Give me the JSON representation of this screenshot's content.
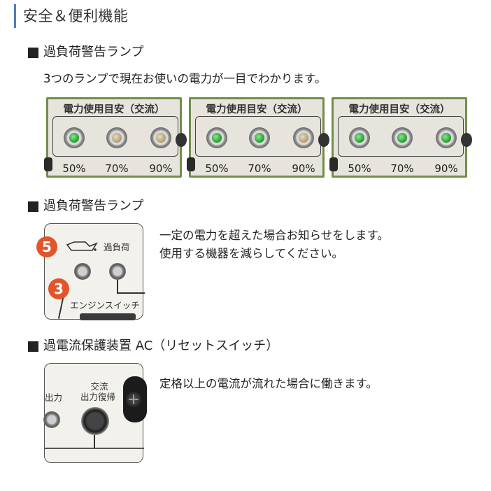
{
  "page_title": "安全＆便利機能",
  "section1": {
    "heading": "過負荷警告ランプ",
    "description": "3つのランプで現在お使いの電力が一目でわかります。",
    "panels": [
      {
        "label": "電力使用目安（交流）",
        "lamps": [
          "green",
          "off",
          "off"
        ],
        "percents": [
          "50%",
          "70%",
          "90%"
        ]
      },
      {
        "label": "電力使用目安（交流）",
        "lamps": [
          "green",
          "green",
          "off"
        ],
        "percents": [
          "50%",
          "70%",
          "90%"
        ]
      },
      {
        "label": "電力使用目安（交流）",
        "lamps": [
          "green",
          "green",
          "green"
        ],
        "percents": [
          "50%",
          "70%",
          "90%"
        ]
      }
    ]
  },
  "section2": {
    "heading": "過負荷警告ランプ",
    "description_lines": [
      "一定の電力を超えた場合お知らせをします。",
      "使用する機器を減らしてください。"
    ],
    "photo": {
      "badge_top": "5",
      "badge_bottom": "3",
      "overload_label": "過負荷",
      "engine_label": "エンジンスイッチ"
    }
  },
  "section3": {
    "heading": "過電流保護装置 AC（リセットスイッチ）",
    "description": "定格以上の電流が流れた場合に働きます。",
    "photo": {
      "left_label": "出力",
      "reset_label_line1": "交流",
      "reset_label_line2": "出力復帰"
    }
  },
  "colors": {
    "accent_bar": "#4a7fb5",
    "panel_border": "#6f8f4a",
    "lamp_green": "#1d9a2c",
    "badge": "#e2542b"
  }
}
